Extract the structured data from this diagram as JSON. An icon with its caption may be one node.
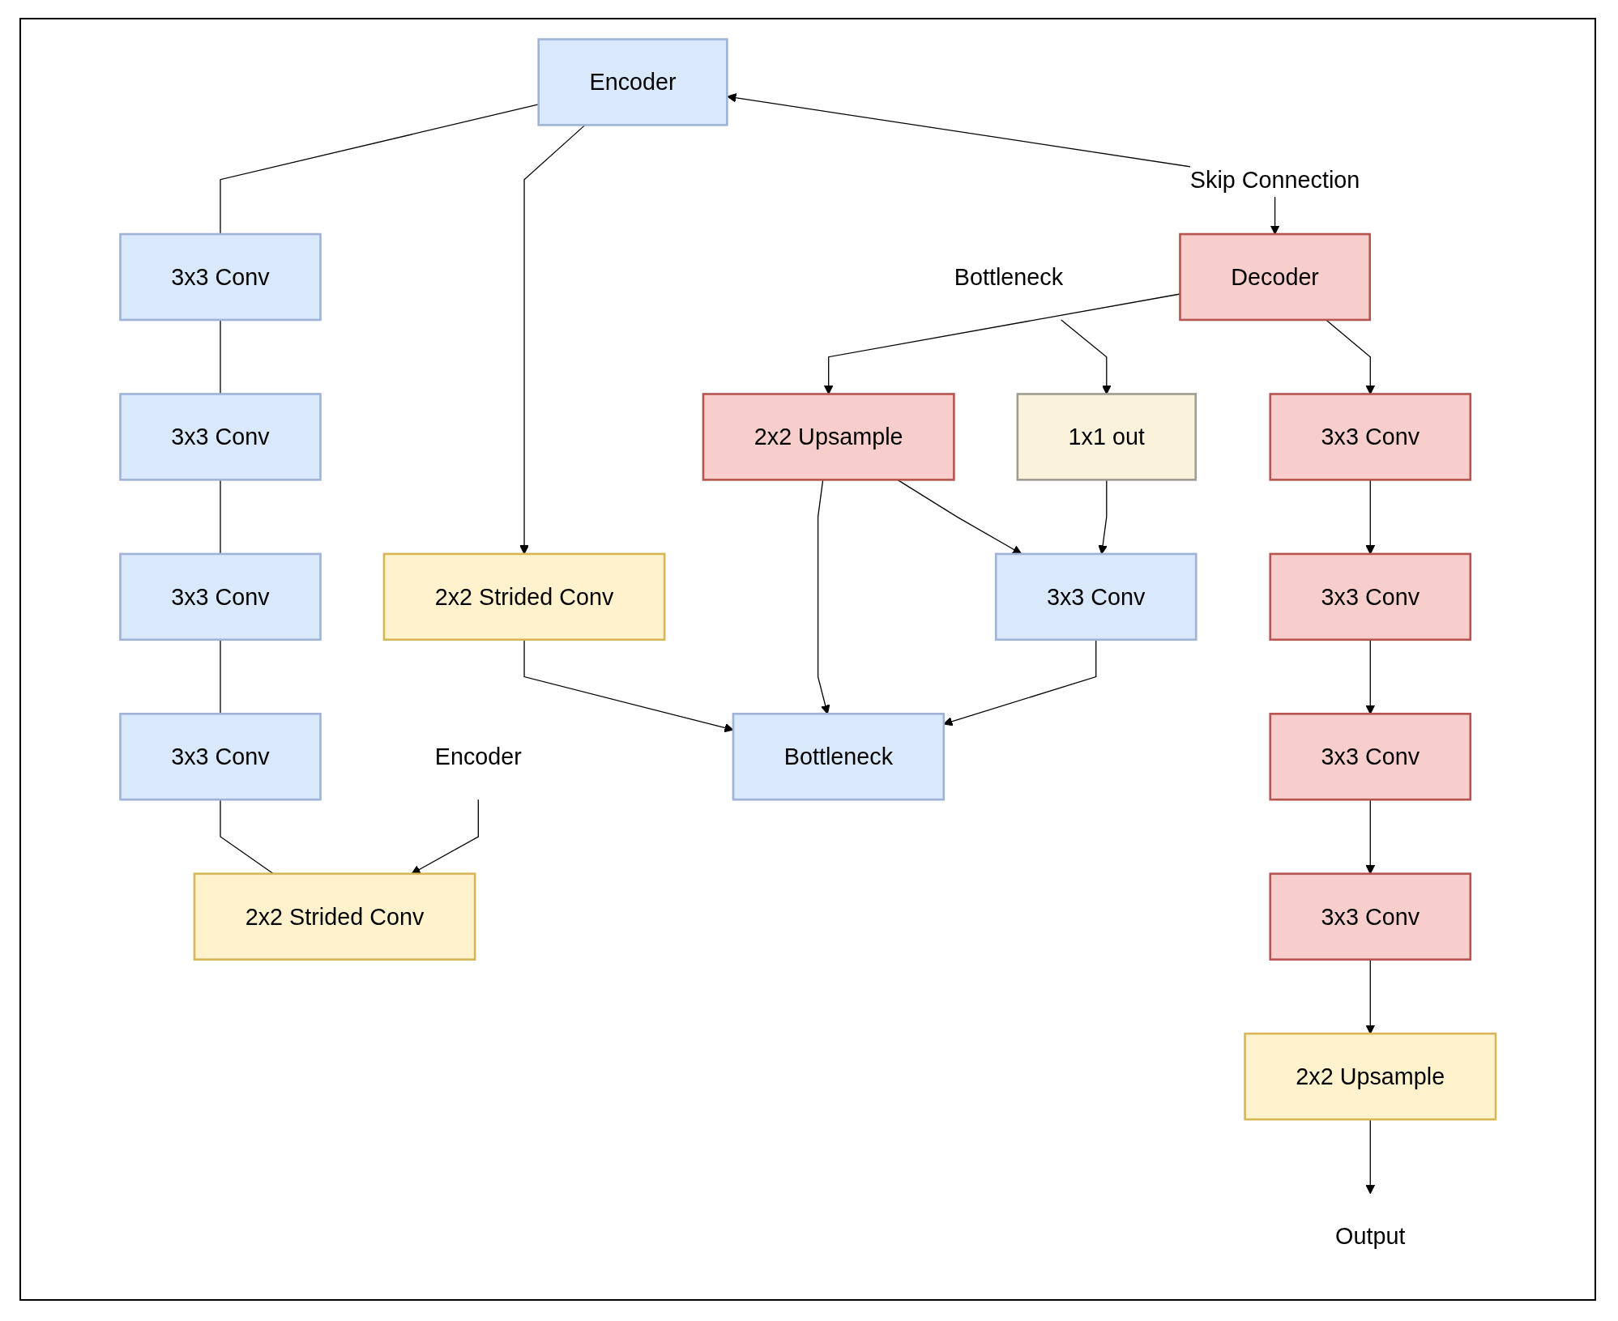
{
  "diagram": {
    "nodes": [
      {
        "text": [
          "Encoder"
        ]
      },
      {
        "text": [
          "3x3 Conv"
        ]
      },
      {
        "text": [
          "3x3 Conv"
        ]
      },
      {
        "text": [
          "3x3 Conv"
        ]
      },
      {
        "text": [
          "3x3 Conv"
        ]
      },
      {
        "text": [
          "2x2 Strided Conv"
        ]
      },
      {
        "text": [
          "Encoder"
        ]
      },
      {
        "text": [
          "2x2 Strided Conv"
        ]
      },
      {
        "text": [
          "Bottleneck"
        ]
      },
      {
        "text": [
          "3x3 Conv"
        ]
      },
      {
        "text": [
          "1x1 out"
        ]
      },
      {
        "text": [
          "Bottleneck"
        ]
      },
      {
        "text": [
          "Decoder"
        ]
      },
      {
        "text": [
          "2x2 Upsample"
        ]
      },
      {
        "text": [
          "3x3 Conv"
        ]
      },
      {
        "text": [
          "3x3 Conv"
        ]
      },
      {
        "text": [
          "3x3 Conv"
        ]
      },
      {
        "text": [
          "3x3 Conv"
        ]
      },
      {
        "text": [
          "2x2 Upsample"
        ]
      },
      {
        "text": [
          "Output"
        ]
      }
    ],
    "edges": [
      {
        "from": 0,
        "to": 12,
        "arrow": "both",
        "label": "Skip Connection"
      },
      {
        "from": 0,
        "to": 7,
        "arrow": "to"
      },
      {
        "from": 7,
        "to": 8,
        "arrow": "to"
      },
      {
        "from": 12,
        "to": 13,
        "arrow": "to"
      },
      {
        "from": 13,
        "to": 8,
        "arrow": "to"
      },
      {
        "from": 13,
        "to": 9,
        "arrow": "to"
      },
      {
        "from": 9,
        "to": 8,
        "arrow": "to"
      },
      {
        "from": 10,
        "to": 9,
        "arrow": "to"
      },
      {
        "from": 11,
        "to": 10,
        "arrow": "to"
      },
      {
        "from": 0,
        "to": 1,
        "arrow": "none"
      },
      {
        "from": 1,
        "to": 2,
        "arrow": "none"
      },
      {
        "from": 2,
        "to": 3,
        "arrow": "none"
      },
      {
        "from": 3,
        "to": 4,
        "arrow": "none"
      },
      {
        "from": 4,
        "to": 5,
        "arrow": "none"
      },
      {
        "from": 6,
        "to": 5,
        "arrow": "to"
      },
      {
        "from": 12,
        "to": 14,
        "arrow": "to"
      },
      {
        "from": 14,
        "to": 15,
        "arrow": "to"
      },
      {
        "from": 15,
        "to": 16,
        "arrow": "to"
      },
      {
        "from": 16,
        "to": 17,
        "arrow": "to"
      },
      {
        "from": 17,
        "to": 18,
        "arrow": "to"
      },
      {
        "from": 18,
        "to": 19,
        "arrow": "to"
      }
    ]
  }
}
